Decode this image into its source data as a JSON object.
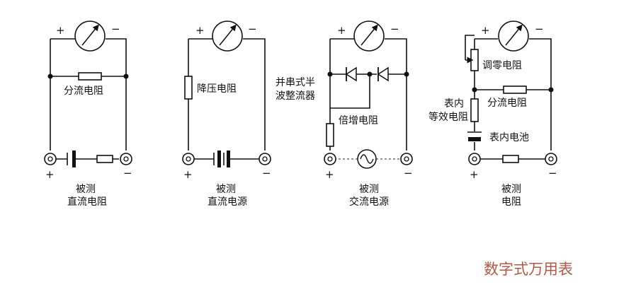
{
  "circuits": [
    {
      "id": "dc-current",
      "meter_plus": "+",
      "meter_minus": "−",
      "component_label": "分流电阻",
      "term_plus": "+",
      "term_minus": "−",
      "caption_line1": "被测",
      "caption_line2": "直流电阻"
    },
    {
      "id": "dc-voltage",
      "meter_plus": "+",
      "meter_minus": "−",
      "component_label": "降压电阻",
      "term_plus": "+",
      "term_minus": "−",
      "caption_line1": "被测",
      "caption_line2": "直流电源"
    },
    {
      "id": "ac-voltage",
      "meter_plus": "+",
      "meter_minus": "−",
      "rectifier_label_line1": "并串式半",
      "rectifier_label_line2": "波整流器",
      "component_label": "倍增电阻",
      "term_plus": "+",
      "term_minus": "−",
      "caption_line1": "被测",
      "caption_line2": "交流电源"
    },
    {
      "id": "ohmmeter",
      "meter_plus": "+",
      "meter_minus": "−",
      "zero_label": "调零电阻",
      "shunt_label": "分流电阻",
      "equiv_label_line1": "表内",
      "equiv_label_line2": "等效电阻",
      "battery_label": "表内电池",
      "term_plus": "+",
      "term_minus": "−",
      "caption_line1": "被测",
      "caption_line2": "电阻"
    }
  ],
  "watermark": "数字式万用表"
}
